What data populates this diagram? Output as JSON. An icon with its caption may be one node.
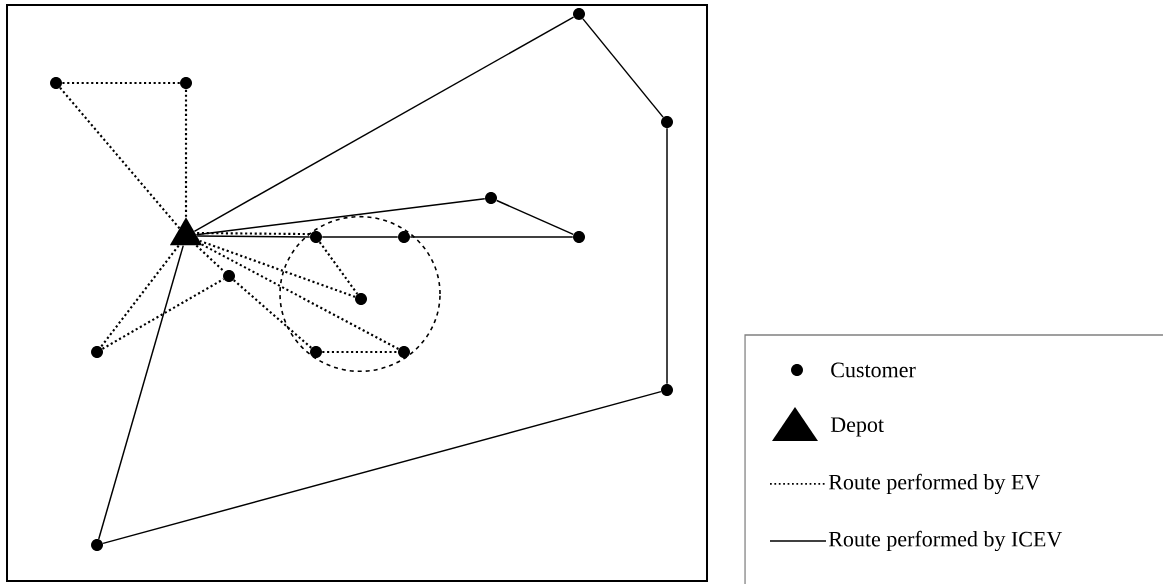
{
  "diagram": {
    "nodes": [
      {
        "text": [],
        "shape": "triangle"
      },
      {
        "text": [],
        "shape": "circle"
      },
      {
        "text": [],
        "shape": "circle"
      },
      {
        "text": [],
        "shape": "circle"
      },
      {
        "text": [],
        "shape": "circle"
      },
      {
        "text": [],
        "shape": "circle"
      },
      {
        "text": [],
        "shape": "circle"
      },
      {
        "text": [],
        "shape": "circle"
      },
      {
        "text": [],
        "shape": "circle"
      },
      {
        "text": [],
        "shape": "circle"
      },
      {
        "text": [],
        "shape": "circle"
      },
      {
        "text": [],
        "shape": "circle"
      },
      {
        "text": [],
        "shape": "circle"
      },
      {
        "text": [],
        "shape": "circle"
      },
      {
        "text": [],
        "shape": "circle"
      },
      {
        "text": [],
        "shape": "circle"
      }
    ],
    "edges": [
      {
        "from": 0,
        "to": 2,
        "arrow": "none",
        "style": "dashed"
      },
      {
        "from": 2,
        "to": 1,
        "arrow": "none",
        "style": "dashed"
      },
      {
        "from": 1,
        "to": 0,
        "arrow": "none",
        "style": "dashed"
      },
      {
        "from": 0,
        "to": 6,
        "arrow": "none",
        "style": "dashed"
      },
      {
        "from": 6,
        "to": 10,
        "arrow": "none",
        "style": "dashed"
      },
      {
        "from": 10,
        "to": 0,
        "arrow": "none",
        "style": "dashed"
      },
      {
        "from": 0,
        "to": 9,
        "arrow": "none",
        "style": "dashed"
      },
      {
        "from": 9,
        "to": 12,
        "arrow": "none",
        "style": "dashed"
      },
      {
        "from": 12,
        "to": 13,
        "arrow": "none",
        "style": "dashed"
      },
      {
        "from": 13,
        "to": 0,
        "arrow": "none",
        "style": "dashed"
      },
      {
        "from": 0,
        "to": 11,
        "arrow": "none",
        "style": "dashed"
      },
      {
        "from": 11,
        "to": 9,
        "arrow": "none",
        "style": "dashed"
      },
      {
        "from": 0,
        "to": 3,
        "arrow": "none"
      },
      {
        "from": 3,
        "to": 4,
        "arrow": "none"
      },
      {
        "from": 4,
        "to": 14,
        "arrow": "none"
      },
      {
        "from": 14,
        "to": 15,
        "arrow": "none"
      },
      {
        "from": 15,
        "to": 0,
        "arrow": "none"
      },
      {
        "from": 0,
        "to": 5,
        "arrow": "none"
      },
      {
        "from": 5,
        "to": 8,
        "arrow": "none"
      },
      {
        "from": 8,
        "to": 7,
        "arrow": "none"
      },
      {
        "from": 7,
        "to": 6,
        "arrow": "none"
      },
      {
        "from": 6,
        "to": 0,
        "arrow": "none"
      }
    ],
    "legend": [
      {
        "text": "Customer"
      },
      {
        "text": "Depot"
      },
      {
        "text": "Route performed by EV"
      },
      {
        "text": "Route performed by ICEV"
      }
    ]
  }
}
